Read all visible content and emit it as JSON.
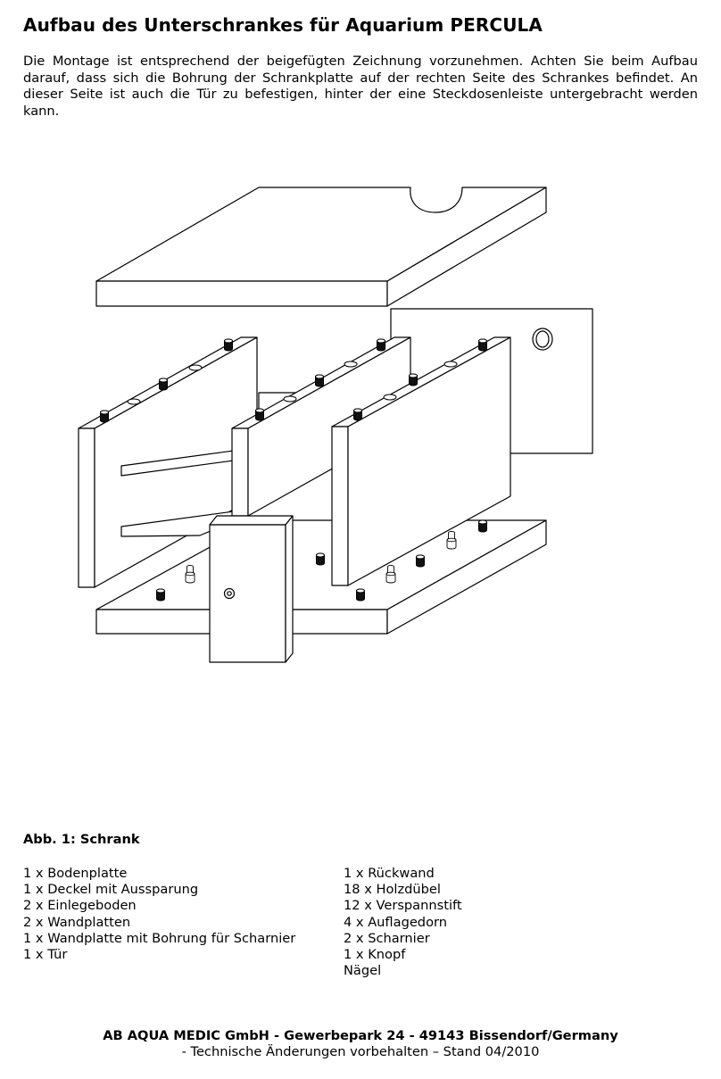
{
  "document": {
    "title": "Aufbau des Unterschrankes für Aquarium PERCULA",
    "intro": "Die Montage ist entsprechend der beigefügten Zeichnung vorzunehmen. Achten Sie beim Aufbau darauf, dass sich die Bohrung der Schrankplatte auf der rechten Seite des Schrankes befindet. An dieser Seite ist auch die Tür zu befestigen, hinter der eine Steckdosenleiste untergebracht werden kann.",
    "figure_caption": "Abb. 1: Schrank",
    "parts_left": [
      "1 x Bodenplatte",
      "1 x Deckel mit Aussparung",
      "2 x Einlegeboden",
      "2 x Wandplatten",
      "1 x Wandplatte mit Bohrung für Scharnier",
      "1 x Tür"
    ],
    "parts_right": [
      "1 x Rückwand",
      "18 x Holzdübel",
      "12 x Verspannstift",
      "4 x Auflagedorn",
      "2 x Scharnier",
      "1 x Knopf",
      "Nägel"
    ],
    "footer_company": "AB AQUA MEDIC GmbH - Gewerbepark 24 - 49143 Bissendorf/Germany",
    "footer_note": "- Technische Änderungen vorbehalten – Stand 04/2010"
  }
}
